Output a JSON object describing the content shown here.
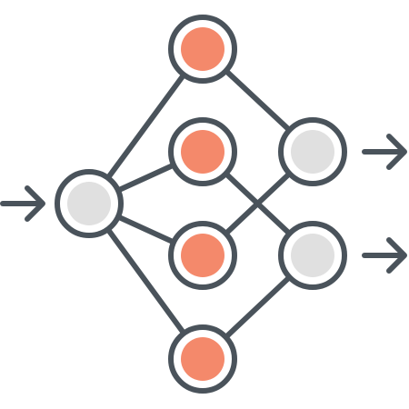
{
  "colors": {
    "stroke": "#4a535b",
    "input_fill": "#e0e0e0",
    "hidden_fill": "#f4896b",
    "output_fill": "#e0e0e0",
    "background": "#ffffff"
  },
  "diagram": {
    "type": "neural-network",
    "layers": [
      {
        "name": "input",
        "nodes": 1,
        "fill": "gray"
      },
      {
        "name": "hidden",
        "nodes": 4,
        "fill": "orange"
      },
      {
        "name": "output",
        "nodes": 2,
        "fill": "gray"
      }
    ],
    "incoming_arrows": 1,
    "outgoing_arrows": 2
  }
}
